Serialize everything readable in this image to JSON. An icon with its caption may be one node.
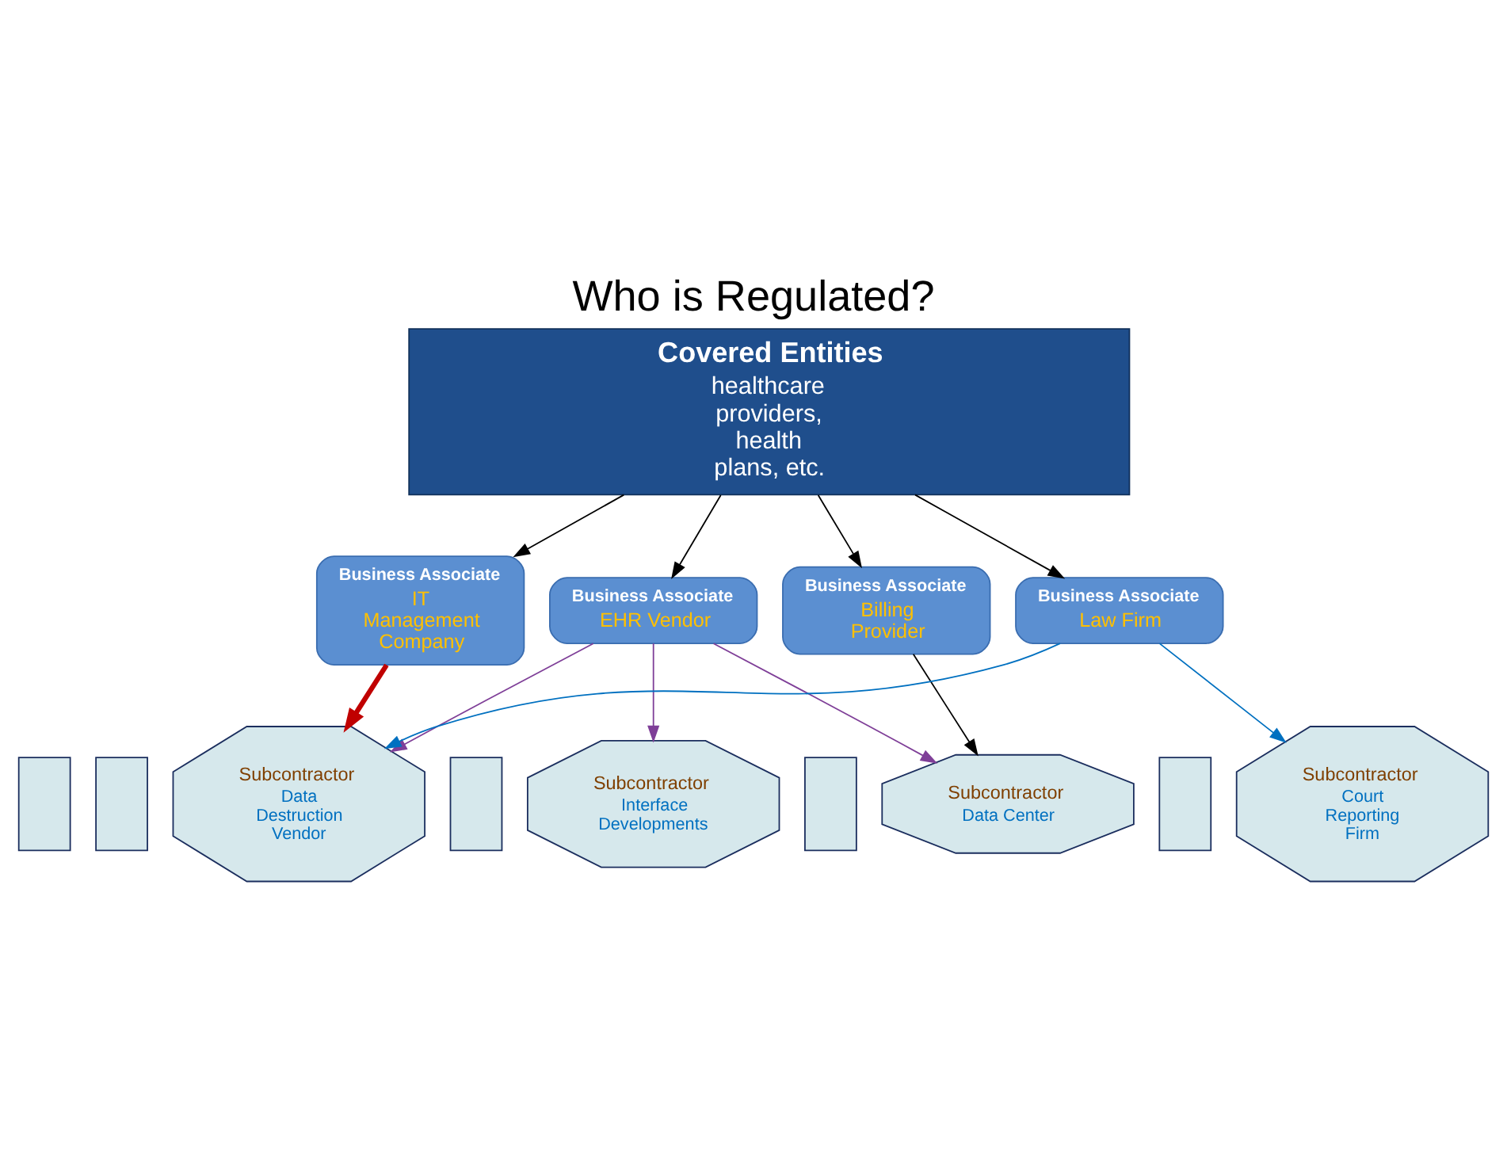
{
  "diagram": {
    "title": "Who is Regulated?",
    "nodes": [
      {
        "text": [
          "Covered Entities",
          "healthcare providers, health plans, etc."
        ]
      },
      {
        "text": [
          "Business Associate",
          "IT Management Company"
        ]
      },
      {
        "text": [
          "Business Associate",
          "EHR Vendor"
        ]
      },
      {
        "text": [
          "Business Associate",
          "Billing Provider"
        ]
      },
      {
        "text": [
          "Business Associate",
          "Law Firm"
        ]
      },
      {
        "text": [],
        "shape": "box"
      },
      {
        "text": [],
        "shape": "box"
      },
      {
        "text": [
          "Subcontractor",
          "Data Destruction Vendor"
        ]
      },
      {
        "text": [],
        "shape": "box"
      },
      {
        "text": [
          "Subcontractor",
          "Interface Developments"
        ]
      },
      {
        "text": [],
        "shape": "box"
      },
      {
        "text": [
          "Subcontractor",
          "Data Center"
        ]
      },
      {
        "text": [],
        "shape": "box"
      },
      {
        "text": [
          "Subcontractor",
          "Court Reporting Firm"
        ]
      }
    ],
    "edges": [
      {
        "from": 0,
        "to": 1,
        "arrow": "to"
      },
      {
        "from": 0,
        "to": 2,
        "arrow": "to"
      },
      {
        "from": 0,
        "to": 3,
        "arrow": "to"
      },
      {
        "from": 0,
        "to": 4,
        "arrow": "to"
      },
      {
        "from": 1,
        "to": 7,
        "arrow": "to",
        "style": "thick",
        "color": "#c00000"
      },
      {
        "from": 2,
        "to": 7,
        "arrow": "to",
        "color": "#7f3f98"
      },
      {
        "from": 2,
        "to": 9,
        "arrow": "to",
        "color": "#7f3f98"
      },
      {
        "from": 2,
        "to": 11,
        "arrow": "to",
        "color": "#7f3f98"
      },
      {
        "from": 3,
        "to": 11,
        "arrow": "to"
      },
      {
        "from": 4,
        "to": 7,
        "arrow": "to",
        "color": "#0070c0"
      },
      {
        "from": 4,
        "to": 13,
        "arrow": "to",
        "color": "#0070c0"
      }
    ]
  }
}
